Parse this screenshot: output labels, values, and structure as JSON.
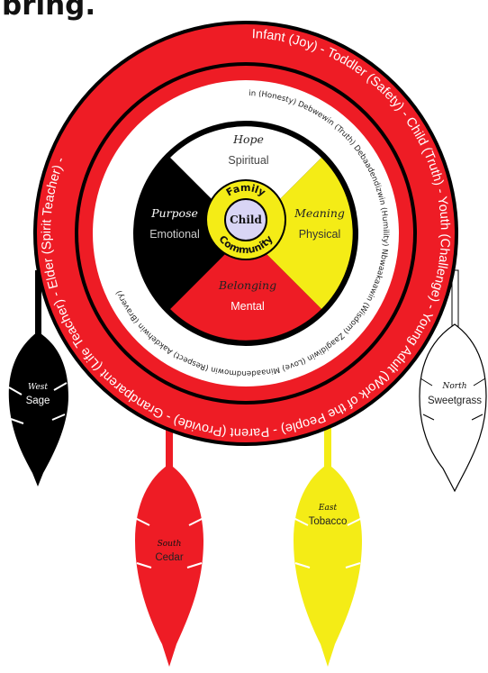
{
  "title": "bring.",
  "outer_ring": [
    "Infant (Joy)",
    "Toddler (Safety)",
    "Child (Truth)",
    "Youth (Challenge)",
    "Young Adult (Work of the People)",
    "Parent (Provide)",
    "Grandparent (Life Teacher)",
    "Elder (Spirit Teacher)"
  ],
  "separator": "-",
  "inner_ring": [
    "Gwekwaadziwin (Honesty)",
    "Debwewin (Truth)",
    "Debaadendizwin (Humility)",
    "Nbwaakaawin (Wisdom)",
    "Zaagidiwin (Love)",
    "Minaadendmowin (Respect)",
    "Aakdehwin (Bravery)"
  ],
  "quadrants": {
    "north": {
      "script": "Hope",
      "label": "Spiritual",
      "color": "#ffffff"
    },
    "east": {
      "script": "Meaning",
      "label": "Physical",
      "color": "#f4ec16"
    },
    "south": {
      "script": "Belonging",
      "label": "Mental",
      "color": "#ee1c25"
    },
    "west": {
      "script": "Purpose",
      "label": "Emotional",
      "color": "#000000"
    }
  },
  "center": {
    "top": "Family",
    "bottom": "Community",
    "core": "Child"
  },
  "feathers": [
    {
      "direction": "West",
      "medicine": "Sage",
      "color": "#000000"
    },
    {
      "direction": "South",
      "medicine": "Cedar",
      "color": "#ee1c25"
    },
    {
      "direction": "East",
      "medicine": "Tobacco",
      "color": "#f4ec16"
    },
    {
      "direction": "North",
      "medicine": "Sweetgrass",
      "color": "#ffffff"
    }
  ],
  "colors": {
    "ring_red": "#ee1c25",
    "yellow": "#f4ec16",
    "black": "#000000",
    "core": "#d9d5f5"
  }
}
